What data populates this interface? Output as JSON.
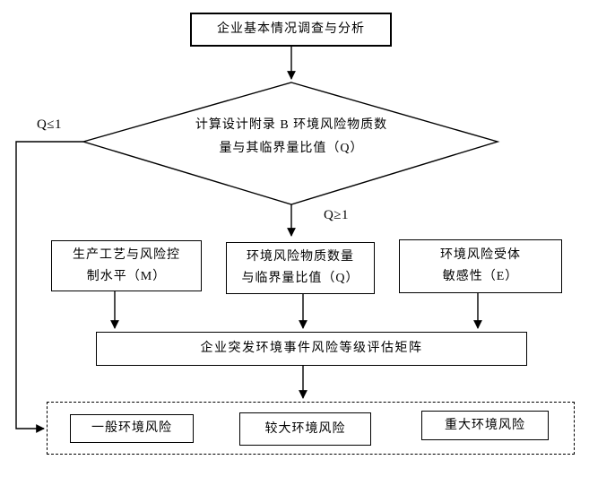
{
  "flowchart": {
    "nodes": {
      "survey": {
        "text": "企业基本情况调查与分析"
      },
      "decision": {
        "line1": "计算设计附录 B 环境风险物质数",
        "line2": "量与其临界量比值（Q）"
      },
      "process_m": {
        "line1": "生产工艺与风险控",
        "line2": "制水平（M）"
      },
      "quantity_q": {
        "line1": "环境风险物质数量",
        "line2": "与临界量比值（Q）"
      },
      "receptor_e": {
        "line1": "环境风险受体",
        "line2": "敏感性（E）"
      },
      "matrix": {
        "text": "企业突发环境事件风险等级评估矩阵"
      },
      "risk_general": {
        "text": "一般环境风险"
      },
      "risk_larger": {
        "text": "较大环境风险"
      },
      "risk_major": {
        "text": "重大环境风险"
      }
    },
    "edge_labels": {
      "q_le_one": "Q≤1",
      "q_ge_one": "Q≥1"
    },
    "colors": {
      "line": "#000000",
      "background": "#ffffff",
      "text": "#000000"
    }
  }
}
